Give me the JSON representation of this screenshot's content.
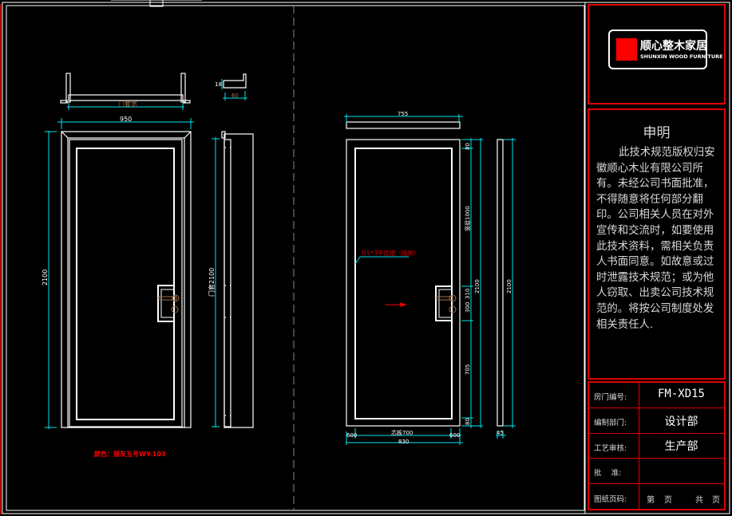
{
  "drawing": {
    "colors": {
      "background": "#000000",
      "outline": "#ffffff",
      "dimension": "#00e5ee",
      "annotation_red": "#ff0000",
      "hardware": "#a0704a",
      "frame_red": "#e00000",
      "dim_brown": "#a0704a"
    },
    "left_view": {
      "top_section_width_label": "门套宽",
      "top_profile_dim": "60",
      "top_profile_height": "18",
      "overall_width": "950",
      "overall_height": "2100",
      "side_height_label": "门套2100",
      "color_note": "颜色：银灰五号WY-103"
    },
    "right_view": {
      "top_width": "755",
      "top_gap": "80",
      "upper_dim": "竖挺1000",
      "handle_dim": "310",
      "mid_dim": "300",
      "right_dim_a": "2100",
      "right_dim_b": "2100",
      "lower_dim": "705",
      "bottom_gap": "80",
      "side_depth": "45",
      "left_margin": "600",
      "bottom_inner": "芯板700",
      "right_margin": "600",
      "bottom_total": "830",
      "groove_note": "开5*3平底槽（描黑）"
    }
  },
  "title_block": {
    "logo_cn": "顺心整木家居",
    "logo_en": "SHUNXIN WOOD FURNITURE"
  },
  "declaration": {
    "title": "申明",
    "body": "此技术规范版权归安徽顺心木业有限公司所有。未经公司书面批准，不得随意将任何部分翻印。公司相关人员在对外宣传和交流时，如要使用此技术资料，需相关负责人书面同意。如故意或过时泄露技术规范；或为他人窃取、出卖公司技术规范的。将按公司制度处发相关责任人."
  },
  "info_table": {
    "rows": [
      {
        "label": "房门编号:",
        "value": "FM-XD15"
      },
      {
        "label": "编制部门:",
        "value": "设计部"
      },
      {
        "label": "工艺审核:",
        "value": "生产部"
      },
      {
        "label": "批    准:",
        "value": ""
      },
      {
        "label": "图纸页码:",
        "value": ""
      }
    ],
    "page_prefix": "第",
    "page_unit": "页",
    "total_prefix": "共",
    "total_unit": "页"
  }
}
